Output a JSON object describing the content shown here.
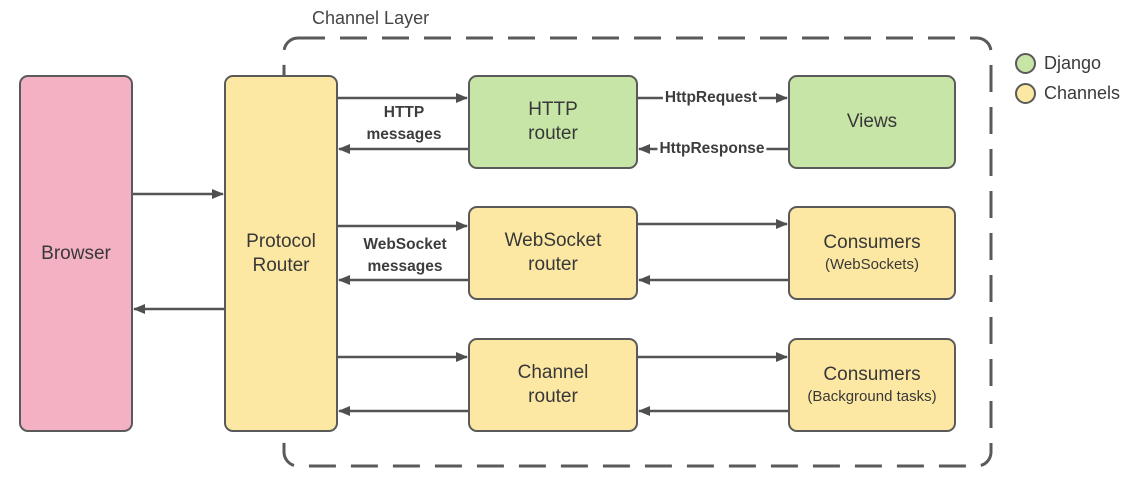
{
  "title": "Channel Layer",
  "nodes": {
    "browser": {
      "label": "Browser"
    },
    "protocol_router": {
      "line1": "Protocol",
      "line2": "Router"
    },
    "http_router": {
      "line1": "HTTP",
      "line2": "router"
    },
    "views": {
      "label": "Views"
    },
    "websocket_router": {
      "line1": "WebSocket",
      "line2": "router"
    },
    "consumers_websockets": {
      "line1": "Consumers",
      "line2": "(WebSockets)"
    },
    "channel_router": {
      "line1": "Channel",
      "line2": "router"
    },
    "consumers_background": {
      "line1": "Consumers",
      "line2": "(Background tasks)"
    }
  },
  "edge_labels": {
    "http_messages": {
      "line1": "HTTP",
      "line2": "messages"
    },
    "websocket_messages": {
      "line1": "WebSocket",
      "line2": "messages"
    },
    "http_request": "HttpRequest",
    "http_response": "HttpResponse"
  },
  "legend": {
    "items": [
      {
        "label": "Django",
        "color": "#c7e5a6"
      },
      {
        "label": "Channels",
        "color": "#fce8a3"
      }
    ]
  },
  "colors": {
    "django_green": "#c7e5a6",
    "channels_yellow": "#fce8a3",
    "browser_pink": "#f4b1c4",
    "stroke_gray": "#5a5a5a",
    "arrow_gray": "#4f4f4f",
    "text_dark": "#383838"
  }
}
